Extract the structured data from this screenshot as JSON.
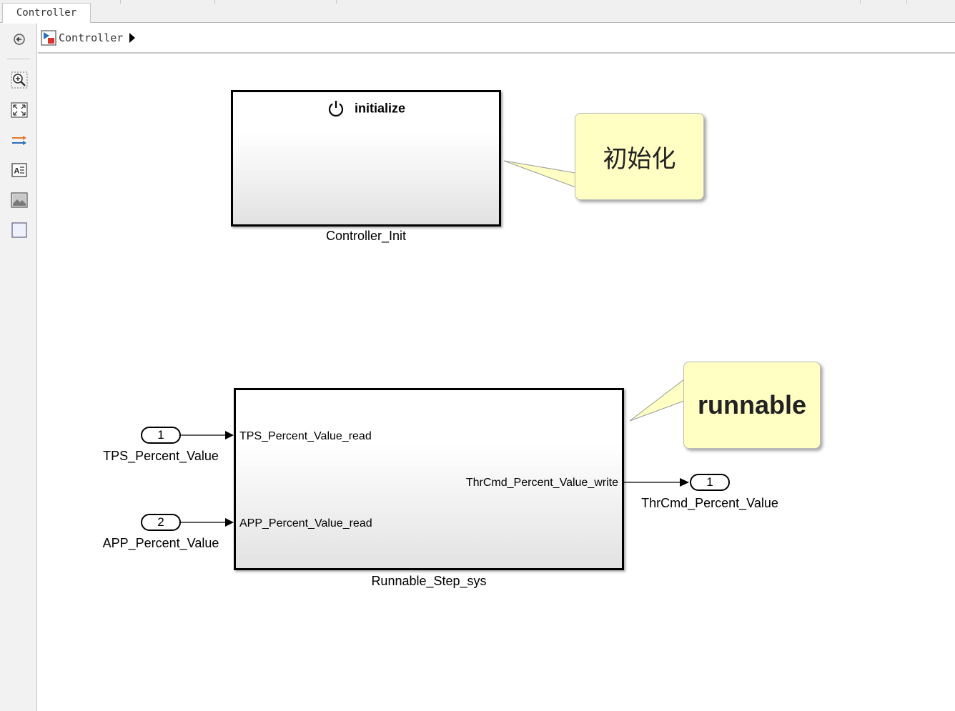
{
  "tab": {
    "label": "Controller"
  },
  "breadcrumb": {
    "label": "Controller"
  },
  "toolbar": {
    "icons": [
      "back-icon",
      "zoom-icon",
      "fit-view-icon",
      "signal-lines-icon",
      "annotation-icon",
      "image-icon",
      "area-icon"
    ]
  },
  "blocks": {
    "init": {
      "header": "initialize",
      "name": "Controller_Init"
    },
    "runnable": {
      "name": "Runnable_Step_sys",
      "inputs": [
        "TPS_Percent_Value_read",
        "APP_Percent_Value_read"
      ],
      "outputs": [
        "ThrCmd_Percent_Value_write"
      ]
    }
  },
  "inports": [
    {
      "number": "1",
      "name": "TPS_Percent_Value"
    },
    {
      "number": "2",
      "name": "APP_Percent_Value"
    }
  ],
  "outports": [
    {
      "number": "1",
      "name": "ThrCmd_Percent_Value"
    }
  ],
  "annotations": {
    "init_note": "初始化",
    "runnable_note": "runnable"
  },
  "colors": {
    "annotation_bg": "#ffffc4",
    "block_border": "#000000",
    "toolbar_bg": "#f2f2f2"
  }
}
